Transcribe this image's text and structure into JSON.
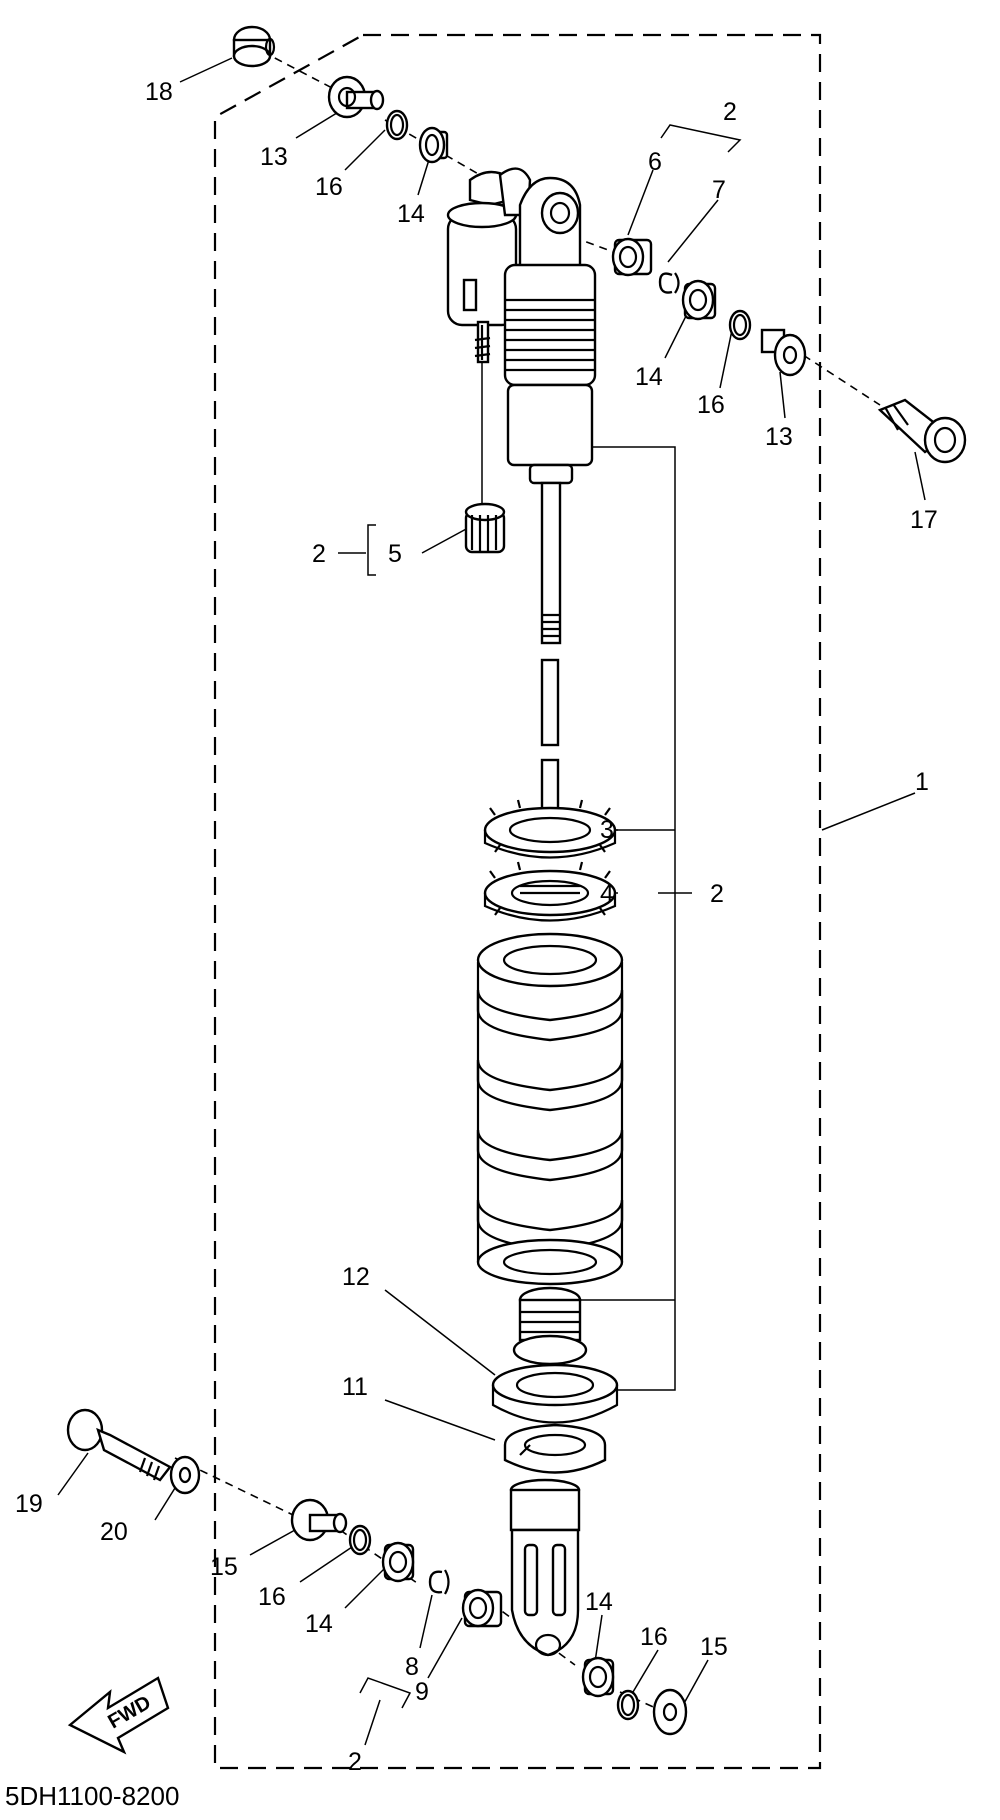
{
  "diagram_code": "5DH1100-8200",
  "fwd_label": "FWD",
  "callouts": {
    "c1": "1",
    "c2_top": "2",
    "c2_left": "2",
    "c2_mid": "2",
    "c2_bottom": "2",
    "c3": "3",
    "c4": "4",
    "c5": "5",
    "c6": "6",
    "c7": "7",
    "c8": "8",
    "c9": "9",
    "c11": "11",
    "c12": "12",
    "c13_left": "13",
    "c13_right": "13",
    "c14_upper_left": "14",
    "c14_upper_right": "14",
    "c14_lower_left": "14",
    "c14_lower_right": "14",
    "c15_left": "15",
    "c15_right": "15",
    "c16_upper_left": "16",
    "c16_upper_right": "16",
    "c16_lower_left": "16",
    "c16_lower_right": "16",
    "c17": "17",
    "c18": "18",
    "c19": "19",
    "c20": "20"
  }
}
